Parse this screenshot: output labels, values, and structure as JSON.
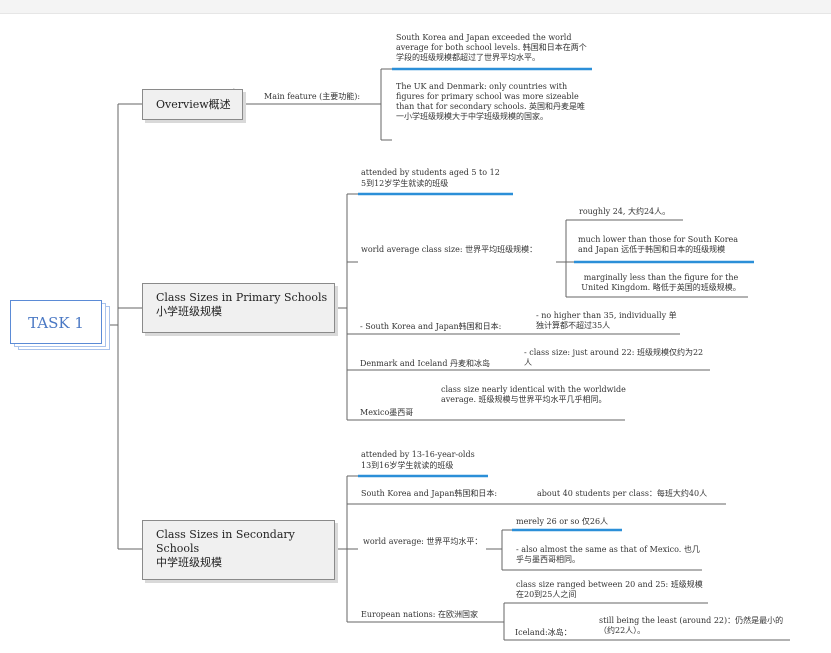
{
  "root": {
    "label": "TASK 1"
  },
  "overview": {
    "label": "Overview概述",
    "main_feature": "Main feature (主要功能):",
    "notes": [
      "South Korea and Japan exceeded the world average for both school levels. 韩国和日本在两个学段的班级规模都超过了世界平均水平。",
      "The UK and Denmark: only countries with figures for primary school was more sizeable than that for secondary schools. 英国和丹麦是唯一小学班级规模大于中学班级规模的国家。"
    ]
  },
  "primary": {
    "label_en": "Class Sizes in Primary Schools",
    "label_zh": "小学班级规模",
    "attended_en": "attended by students aged 5 to 12",
    "attended_zh": "5到12岁学生就读的班级",
    "world_avg": "world average class size: 世界平均班级规模：",
    "world_avg_items": [
      "roughly 24, 大约24人。",
      "much lower than those for South Korea and Japan 远低于韩国和日本的班级规模",
      "marginally less than the figure for the United Kingdom. 略低于英国的班级规模。"
    ],
    "korea": "- South Korea and Japan韩国和日本:",
    "korea_note": "- no higher than 35, individually 单独计算都不超过35人",
    "denmark": "Denmark and Iceland 丹麦和冰岛",
    "denmark_note": "- class size: just around 22: 班级规模仅约为22人",
    "mexico": "Mexico墨西哥",
    "mexico_note": "class size nearly identical with the worldwide average. 班级规模与世界平均水平几乎相同。"
  },
  "secondary": {
    "label_en": "Class Sizes in Secondary Schools",
    "label_zh": "中学班级规模",
    "attended_en": "attended by 13-16-year-olds",
    "attended_zh": "13到16岁学生就读的班级",
    "korea": "South Korea and Japan韩国和日本:",
    "korea_note": "about 40 students per class：每班大约40人",
    "world_avg": "world average: 世界平均水平：",
    "world_avg_items": [
      "merely 26 or so 仅26人",
      "- also almost the same as that of Mexico. 也几乎与墨西哥相同。"
    ],
    "europe": "European nations: 在欧洲国家",
    "europe_note": "class size ranged between 20 and 25: 班级规模在20到25人之间",
    "iceland": "Iceland:冰岛：",
    "iceland_note": "still being the least (around 22)：仍然是最小的（约22人）。"
  },
  "colors": {
    "accent": "#2b8fd8",
    "line": "#666666",
    "root_text": "#4a78c4"
  }
}
